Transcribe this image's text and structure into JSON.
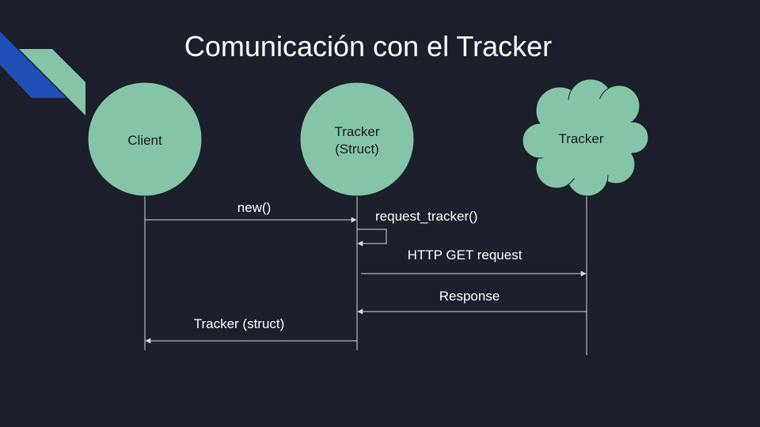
{
  "slide": {
    "title": "Comunicación con el Tracker"
  },
  "participants": {
    "client": {
      "label": "Client"
    },
    "tracker_struct": {
      "label_line1": "Tracker",
      "label_line2": "(Struct)"
    },
    "tracker_remote": {
      "label": "Tracker"
    }
  },
  "messages": {
    "new_call": "new()",
    "request_tracker": "request_tracker()",
    "http_get": "HTTP GET request",
    "response": "Response",
    "tracker_struct_return": "Tracker (struct)"
  },
  "colors": {
    "background": "#1c202d",
    "node_fill": "#83c5a6",
    "line": "#d9d9d9",
    "accent_blue": "#1f4fb5",
    "accent_green": "#83c5a6"
  }
}
